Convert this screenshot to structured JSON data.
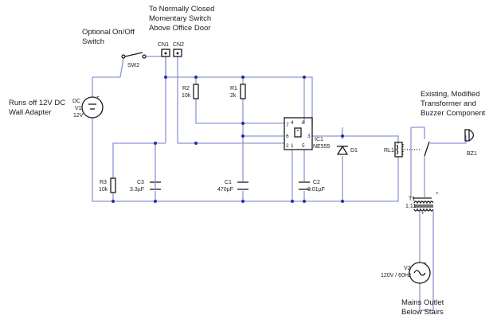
{
  "notes": {
    "door_switch_line1": "To Normally Closed",
    "door_switch_line2": "Momentary Switch",
    "door_switch_line3": "Above Office Door",
    "onoff_line1": "Optional On/Off",
    "onoff_line2": "Switch",
    "power_line1": "Runs off 12V DC",
    "power_line2": "Wall Adapter",
    "existing_line1": "Existing, Modified",
    "existing_line2": "Transformer and",
    "existing_line3": "Buzzer Component",
    "mains_line1": "Mains Outlet",
    "mains_line2": "Below Stairs"
  },
  "components": {
    "v1": {
      "type": "DC",
      "ref": "V1",
      "value": "12V"
    },
    "sw2": {
      "ref": "SW2"
    },
    "cn1": {
      "ref": "CN1"
    },
    "cn2": {
      "ref": "CN2"
    },
    "r2": {
      "ref": "R2",
      "value": "10k"
    },
    "r1": {
      "ref": "R1",
      "value": "2k"
    },
    "r3": {
      "ref": "R3",
      "value": "10k"
    },
    "c3": {
      "ref": "C3",
      "value": "3.3µF"
    },
    "c1": {
      "ref": "C1",
      "value": "470µF"
    },
    "c2": {
      "ref": "C2",
      "value": "0.01µF"
    },
    "ic1": {
      "ref": "IC1",
      "value": "NE555",
      "pins": [
        "4",
        "8",
        "7",
        "6",
        "3",
        "2",
        "1",
        "5"
      ]
    },
    "d1": {
      "ref": "D1"
    },
    "rl1": {
      "ref": "RL1"
    },
    "bz1": {
      "ref": "BZ1"
    },
    "t1": {
      "ref": "T1",
      "value": "1:11"
    },
    "v2": {
      "ref": "V2",
      "value": "120V / 60Hz"
    }
  },
  "colors": {
    "wire": "#8c96d8",
    "component": "#1a1a1a",
    "junction": "#2a2aa0"
  }
}
